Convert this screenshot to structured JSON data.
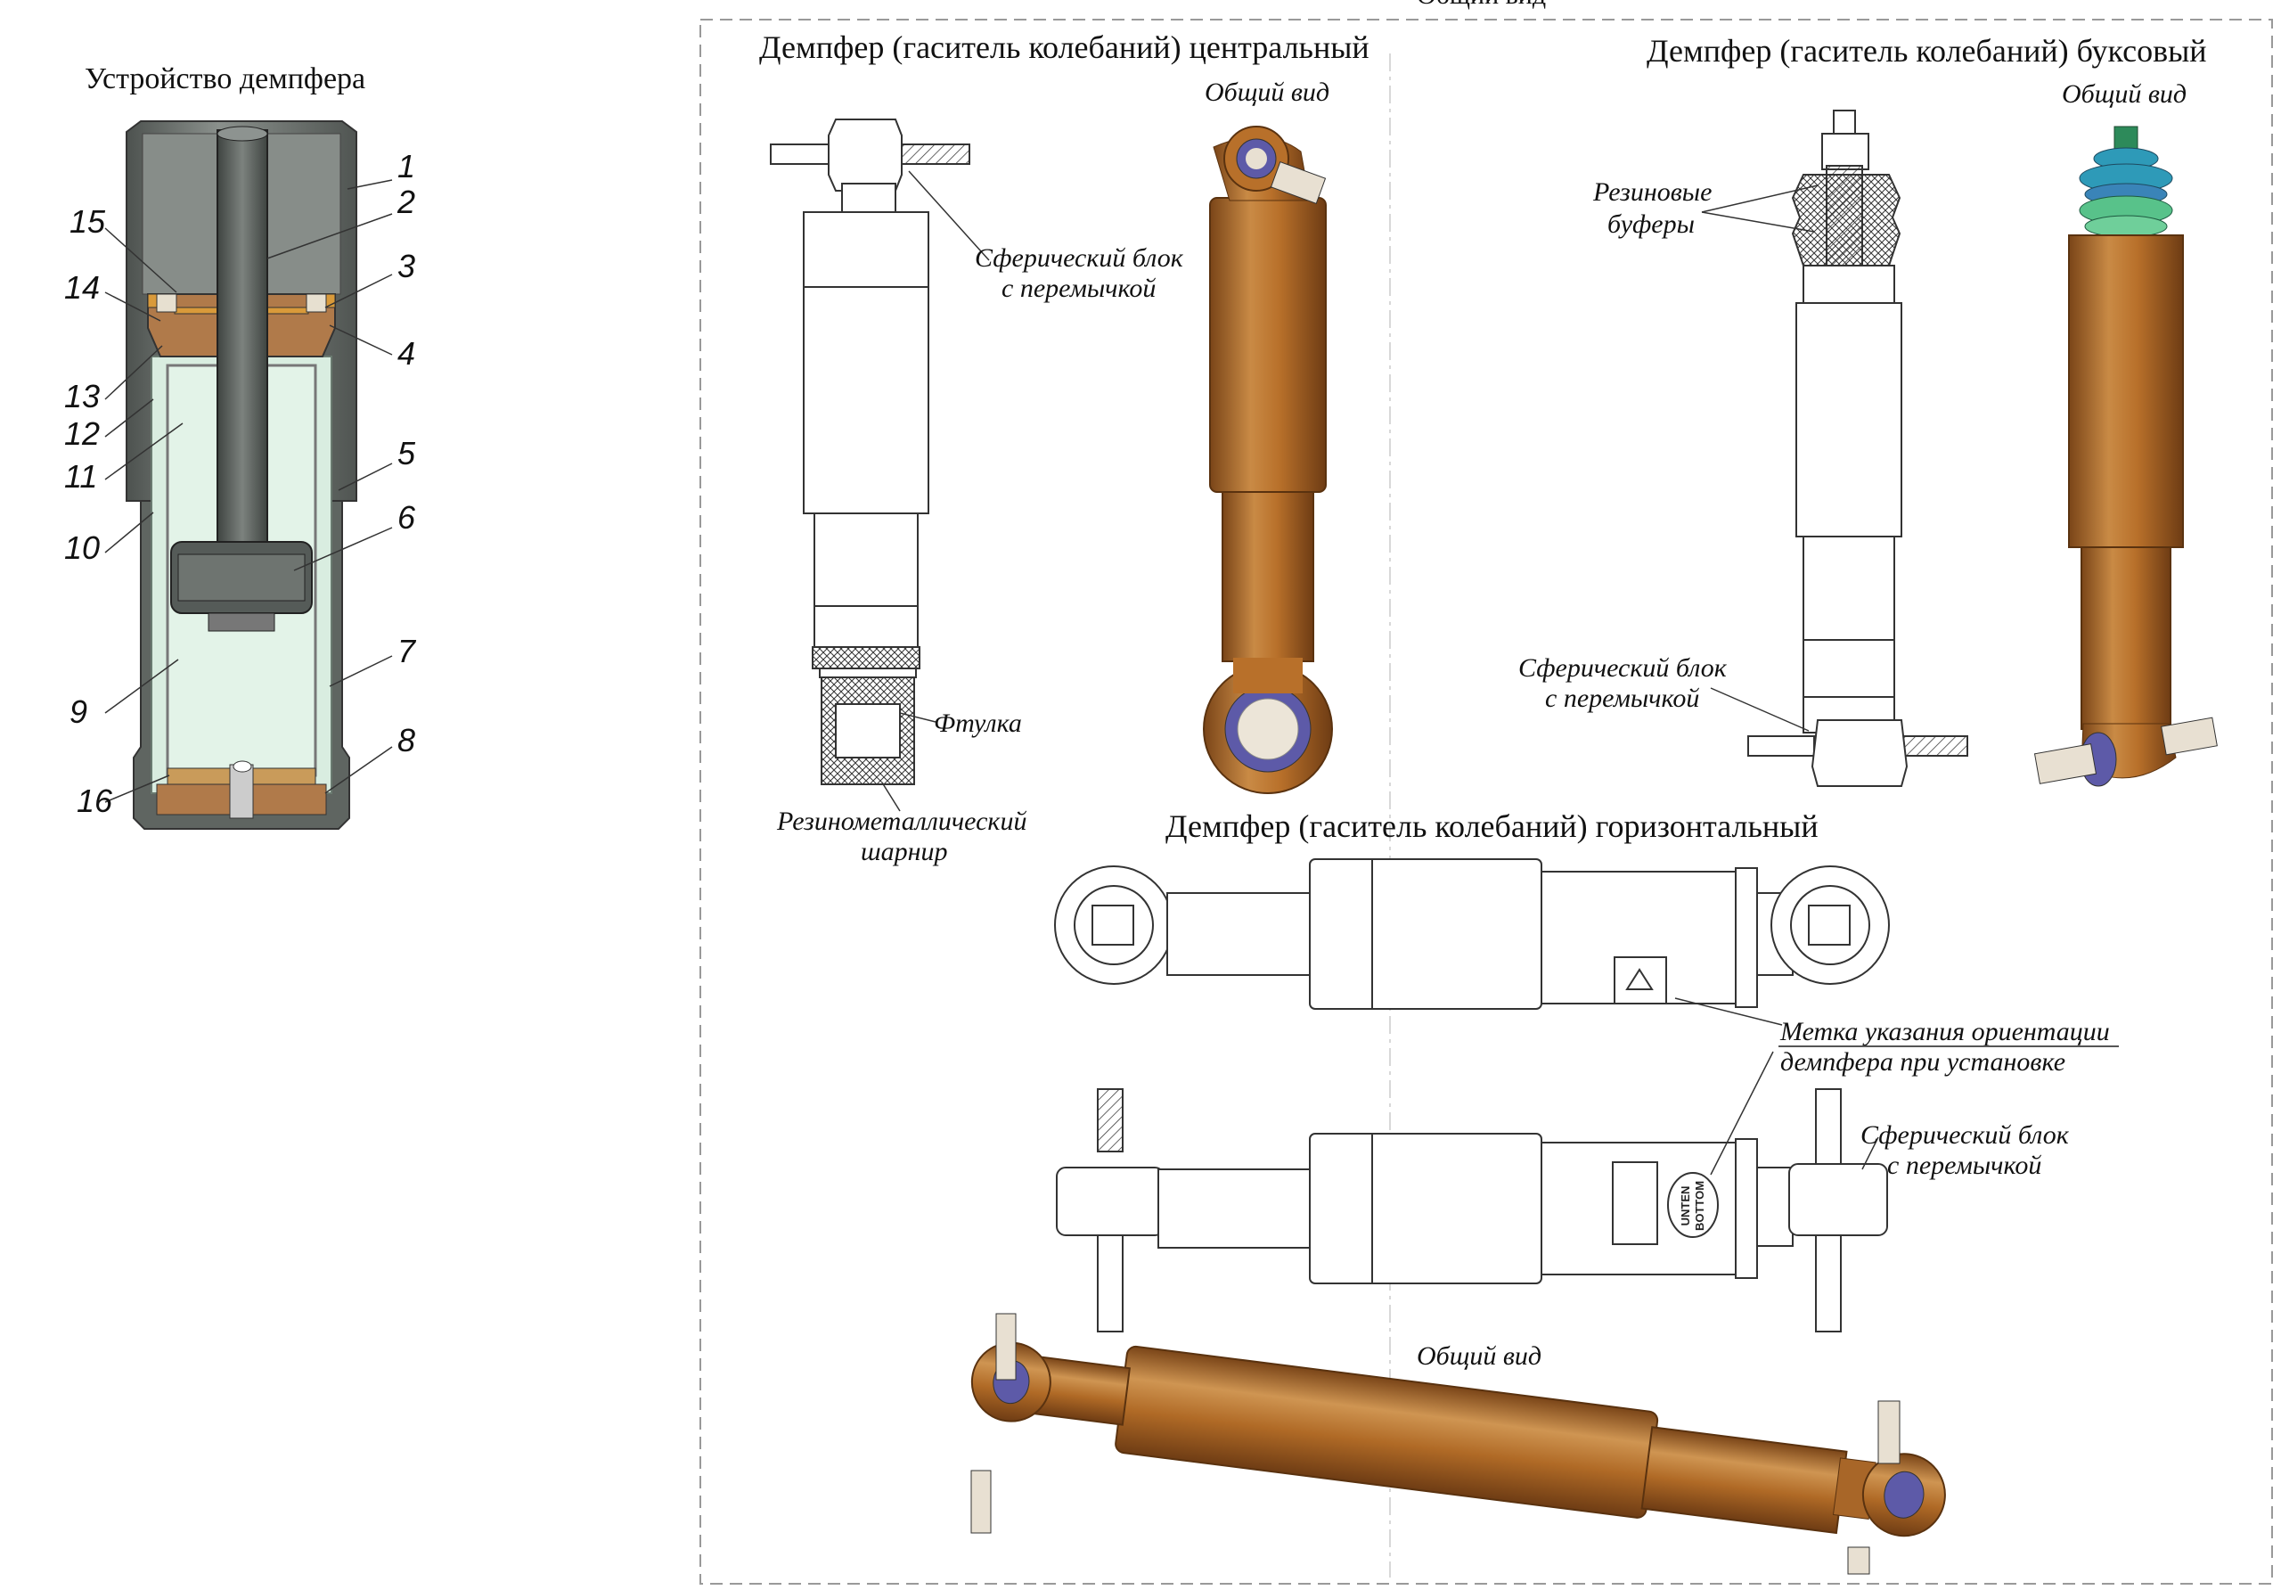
{
  "left_panel": {
    "title": "Устройство демпфера",
    "callouts": [
      "1",
      "2",
      "3",
      "4",
      "5",
      "6",
      "7",
      "8",
      "9",
      "10",
      "11",
      "12",
      "13",
      "14",
      "15",
      "16"
    ]
  },
  "right_panel": {
    "top_cut_label": "Общий вид",
    "central": {
      "title": "Демпфер (гаситель колебаний) центральный",
      "general_view": "Общий вид",
      "spherical_block": [
        "Сферический блок",
        "с перемычкой"
      ],
      "bushing": "Фтулка",
      "rubber_metal_joint": [
        "Резинометаллический",
        "шарнир"
      ]
    },
    "axlebox": {
      "title": "Демпфер (гаситель колебаний) буксовый",
      "general_view": "Общий вид",
      "rubber_buffers": [
        "Резиновые",
        "буферы"
      ],
      "spherical_block": [
        "Сферический блок",
        "с перемычкой"
      ]
    },
    "horizontal": {
      "title": "Демпфер (гаситель колебаний) горизонтальный",
      "orientation_mark": [
        "Метка указания ориентации",
        "демпфера при установке"
      ],
      "spherical_block": [
        "Сферический блок",
        "с перемычкой"
      ],
      "general_view": "Общий вид",
      "label_lines": [
        "UNTEN",
        "BOTTOM"
      ]
    }
  },
  "colors": {
    "housing_gray": "#6e7470",
    "glass_green": "#d9ede0",
    "bronze": "#b8702a",
    "bronze_dark": "#7a4518",
    "rubber_purple": "#5d5aa8",
    "buffer_teal": "#2e9ab8",
    "buffer_green": "#58c28a"
  }
}
